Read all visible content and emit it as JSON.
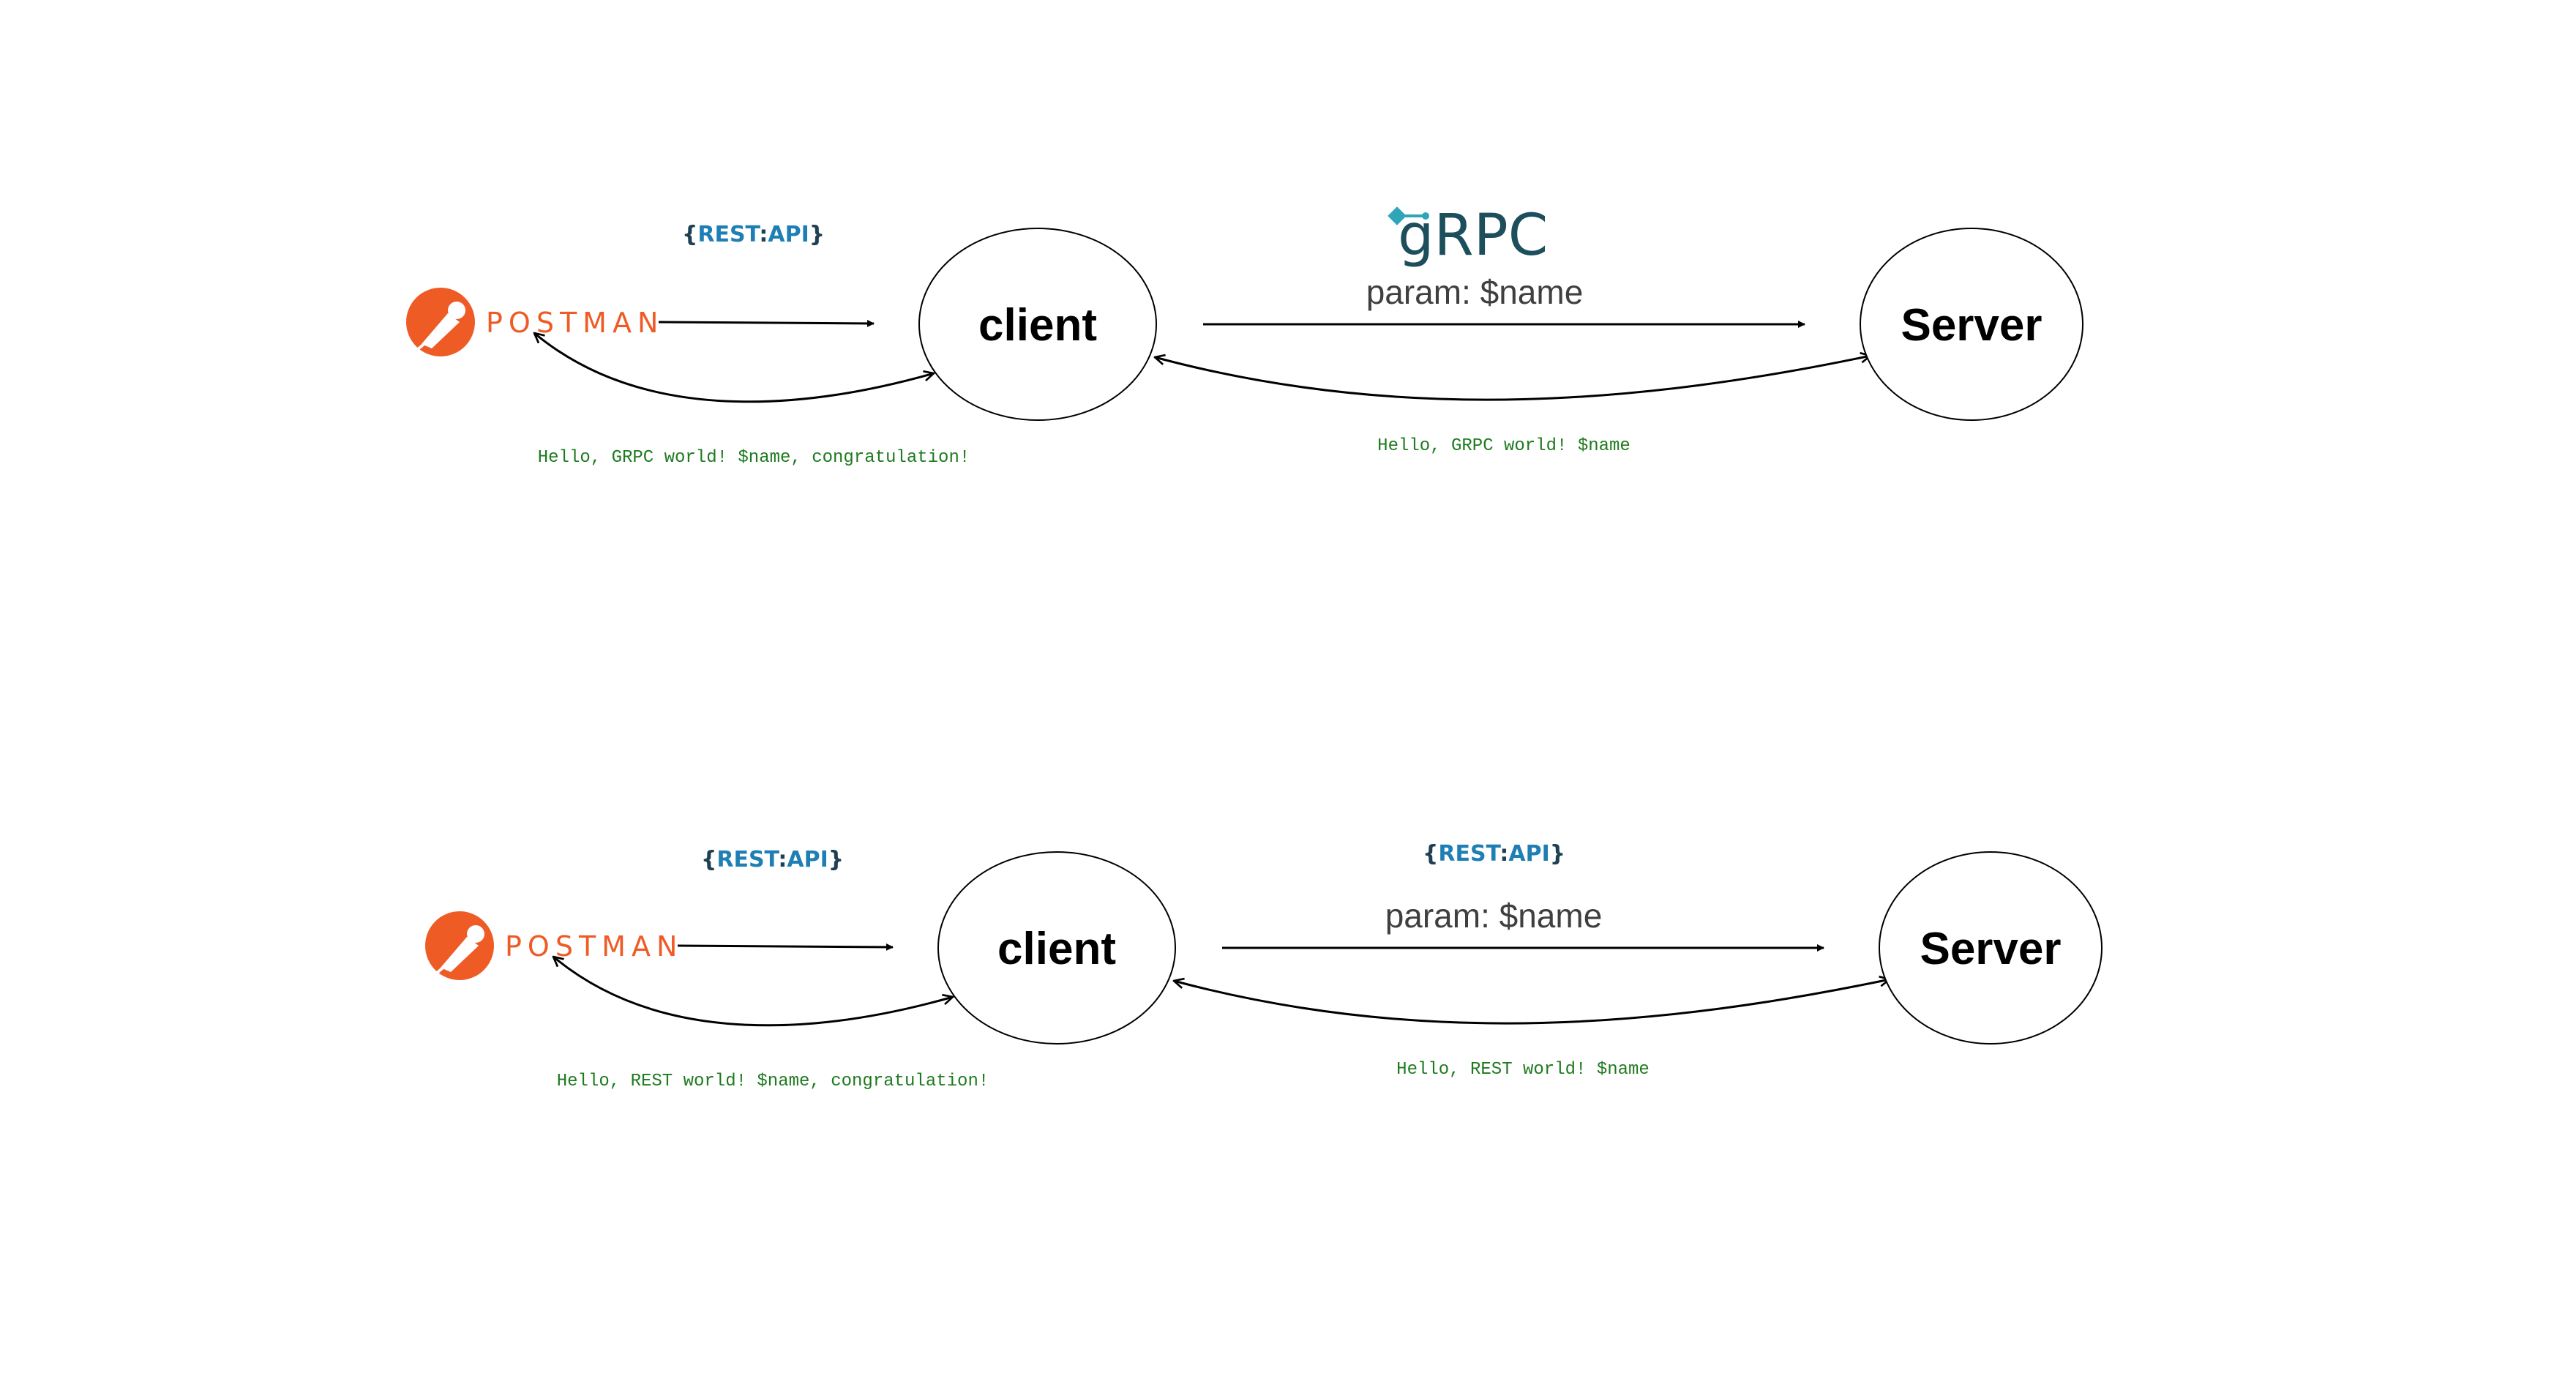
{
  "colors": {
    "postman_orange": "#ef5b25",
    "rest_blue": "#1f7fb4",
    "rest_brace": "#1f3f53",
    "grpc_teal": "#1c4e5b",
    "grpc_accent": "#30a5b8",
    "reply_green": "#1e7a1e",
    "line": "#000000"
  },
  "diagrams": [
    {
      "postman": {
        "word": "POSTMAN",
        "icon": "postman-icon"
      },
      "client_protocol": {
        "brace_open": "{",
        "rest": "REST",
        "colon": ":",
        "api": "API",
        "brace_close": "}"
      },
      "client": {
        "label": "client"
      },
      "server": {
        "label": "Server"
      },
      "server_protocol": {
        "word": "gRPC",
        "icon": "grpc-icon"
      },
      "request_param": "param: $name",
      "server_reply": "Hello, GRPC world! $name",
      "client_reply": "Hello, GRPC world! $name, congratulation!"
    },
    {
      "postman": {
        "word": "POSTMAN",
        "icon": "postman-icon"
      },
      "client_protocol": {
        "brace_open": "{",
        "rest": "REST",
        "colon": ":",
        "api": "API",
        "brace_close": "}"
      },
      "client": {
        "label": "client"
      },
      "server": {
        "label": "Server"
      },
      "server_protocol": {
        "brace_open": "{",
        "rest": "REST",
        "colon": ":",
        "api": "API",
        "brace_close": "}"
      },
      "request_param": "param: $name",
      "server_reply": "Hello, REST world! $name",
      "client_reply": "Hello, REST world! $name, congratulation!"
    }
  ]
}
